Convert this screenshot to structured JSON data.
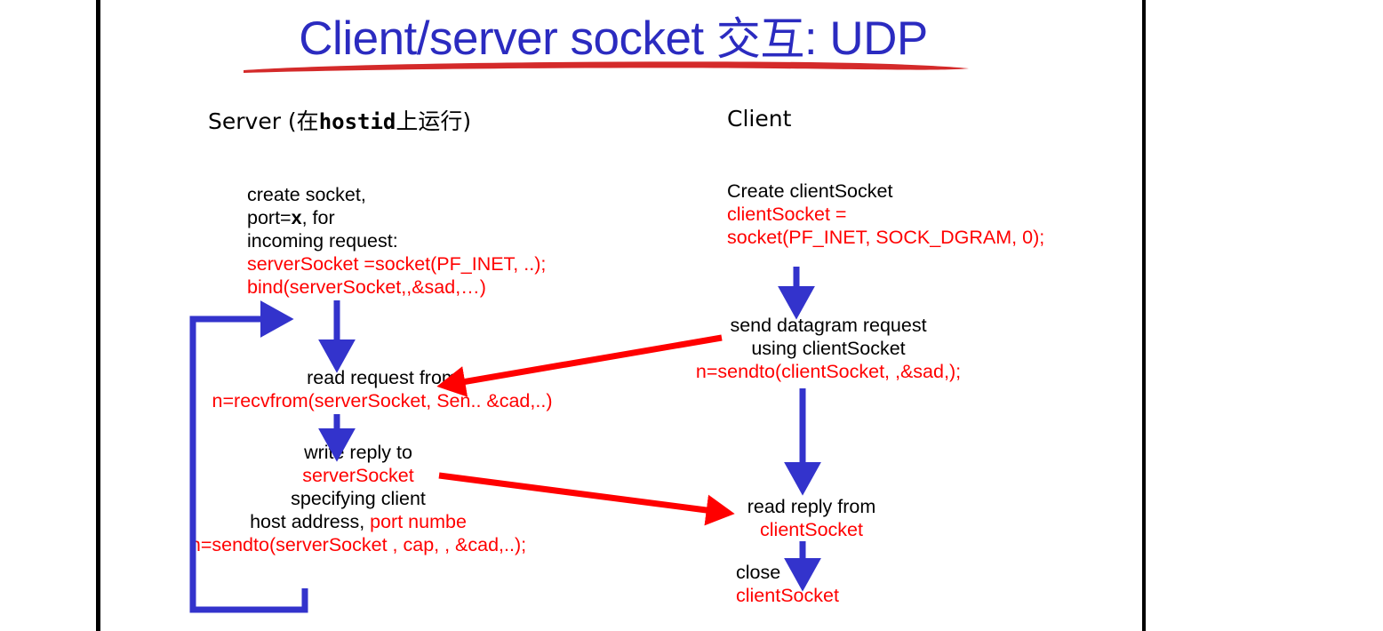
{
  "slide": {
    "title_main": "Client/server socket ",
    "title_cjk": "交互",
    "title_tail": ": UDP",
    "accent_blue": "#2b2bc0",
    "accent_red": "#ff0000",
    "underline_color": "#d42a2a"
  },
  "columns": {
    "server": {
      "heading_prefix": "Server (在",
      "heading_mono": "hostid",
      "heading_suffix": "上运行)"
    },
    "client": {
      "heading": "Client"
    }
  },
  "server_steps": {
    "create": {
      "l1": "create socket,",
      "l2a": "port=",
      "l2b": "x",
      "l2c": ", for",
      "l3": "incoming request:",
      "l4": "serverSocket =socket(PF_INET, ..);",
      "l5": "bind(serverSocket,,&sad,…)"
    },
    "read": {
      "l1": "read request from",
      "l2": "n=recvfrom(serverSocket, Sen.. &cad,..)"
    },
    "write": {
      "l1": "write reply to",
      "l2": "serverSocket",
      "l3": "specifying client",
      "l4a": "host address, ",
      "l4b": "port numbe",
      "l5": "n=sendto(serverSocket , cap, , &cad,..);"
    }
  },
  "client_steps": {
    "create": {
      "l1": "Create clientSocket",
      "l2": "clientSocket =",
      "l3": "socket(PF_INET, SOCK_DGRAM, 0);"
    },
    "send": {
      "l1": "send datagram request",
      "l2": "using clientSocket",
      "l3": "n=sendto(clientSocket, ,&sad,);"
    },
    "read": {
      "l1": "read reply from",
      "l2": "clientSocket"
    },
    "close": {
      "l1": "close",
      "l2": "clientSocket"
    }
  }
}
